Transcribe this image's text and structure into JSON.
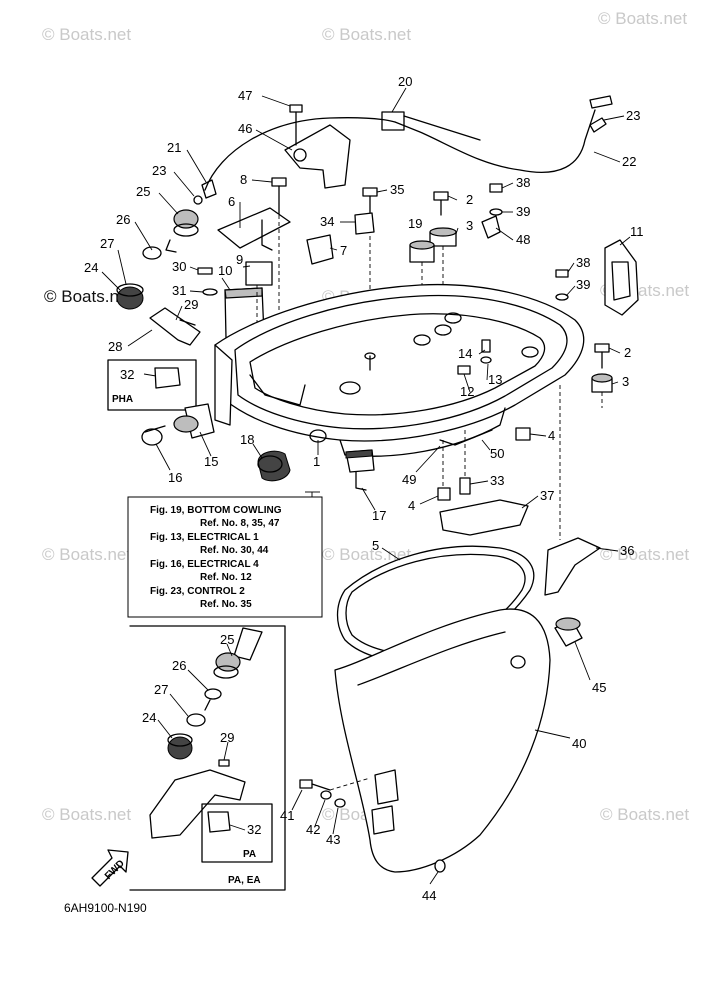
{
  "watermark": "© Boats.net",
  "reference_box": {
    "lines": [
      "Fig. 19, BOTTOM COWLING",
      "Ref. No. 8, 35, 47",
      "Fig. 13, ELECTRICAL 1",
      "Ref. No. 30, 44",
      "Fig. 16, ELECTRICAL 4",
      "Ref. No. 12",
      "Fig. 23, CONTROL 2",
      "Ref. No. 35"
    ]
  },
  "variant_labels": {
    "pha": "PHA",
    "pa": "PA",
    "pa_ea": "PA, EA"
  },
  "fwd_label": "FWD",
  "diagram_code": "6AH9100-N190",
  "callouts": [
    {
      "id": "c47a",
      "text": "47"
    },
    {
      "id": "c20",
      "text": "20"
    },
    {
      "id": "c23a",
      "text": "23"
    },
    {
      "id": "c46",
      "text": "46"
    },
    {
      "id": "c21",
      "text": "21"
    },
    {
      "id": "c22",
      "text": "22"
    },
    {
      "id": "c23b",
      "text": "23"
    },
    {
      "id": "c8",
      "text": "8"
    },
    {
      "id": "c35",
      "text": "35"
    },
    {
      "id": "c38a",
      "text": "38"
    },
    {
      "id": "c25a",
      "text": "25"
    },
    {
      "id": "c6",
      "text": "6"
    },
    {
      "id": "c2a",
      "text": "2"
    },
    {
      "id": "c39a",
      "text": "39"
    },
    {
      "id": "c26a",
      "text": "26"
    },
    {
      "id": "c34",
      "text": "34"
    },
    {
      "id": "c19",
      "text": "19"
    },
    {
      "id": "c3a",
      "text": "3"
    },
    {
      "id": "c11",
      "text": "11"
    },
    {
      "id": "c27a",
      "text": "27"
    },
    {
      "id": "c7",
      "text": "7"
    },
    {
      "id": "c48",
      "text": "48"
    },
    {
      "id": "c24a",
      "text": "24"
    },
    {
      "id": "c30",
      "text": "30"
    },
    {
      "id": "c10",
      "text": "10"
    },
    {
      "id": "c9",
      "text": "9"
    },
    {
      "id": "c38b",
      "text": "38"
    },
    {
      "id": "c31",
      "text": "31"
    },
    {
      "id": "c39b",
      "text": "39"
    },
    {
      "id": "c29a",
      "text": "29"
    },
    {
      "id": "c28",
      "text": "28"
    },
    {
      "id": "c14",
      "text": "14"
    },
    {
      "id": "c2b",
      "text": "2"
    },
    {
      "id": "c32a",
      "text": "32"
    },
    {
      "id": "c13",
      "text": "13"
    },
    {
      "id": "c3b",
      "text": "3"
    },
    {
      "id": "c12",
      "text": "12"
    },
    {
      "id": "c4a",
      "text": "4"
    },
    {
      "id": "c18",
      "text": "18"
    },
    {
      "id": "c50",
      "text": "50"
    },
    {
      "id": "c16",
      "text": "16"
    },
    {
      "id": "c15",
      "text": "15"
    },
    {
      "id": "c1",
      "text": "1"
    },
    {
      "id": "c49",
      "text": "49"
    },
    {
      "id": "c33",
      "text": "33"
    },
    {
      "id": "c17",
      "text": "17"
    },
    {
      "id": "c4b",
      "text": "4"
    },
    {
      "id": "c37",
      "text": "37"
    },
    {
      "id": "c5",
      "text": "5"
    },
    {
      "id": "c36",
      "text": "36"
    },
    {
      "id": "c25b",
      "text": "25"
    },
    {
      "id": "c45",
      "text": "45"
    },
    {
      "id": "c26b",
      "text": "26"
    },
    {
      "id": "c27b",
      "text": "27"
    },
    {
      "id": "c40",
      "text": "40"
    },
    {
      "id": "c24b",
      "text": "24"
    },
    {
      "id": "c29b",
      "text": "29"
    },
    {
      "id": "c41",
      "text": "41"
    },
    {
      "id": "c42",
      "text": "42"
    },
    {
      "id": "c43",
      "text": "43"
    },
    {
      "id": "c32b",
      "text": "32"
    },
    {
      "id": "c44",
      "text": "44"
    }
  ]
}
